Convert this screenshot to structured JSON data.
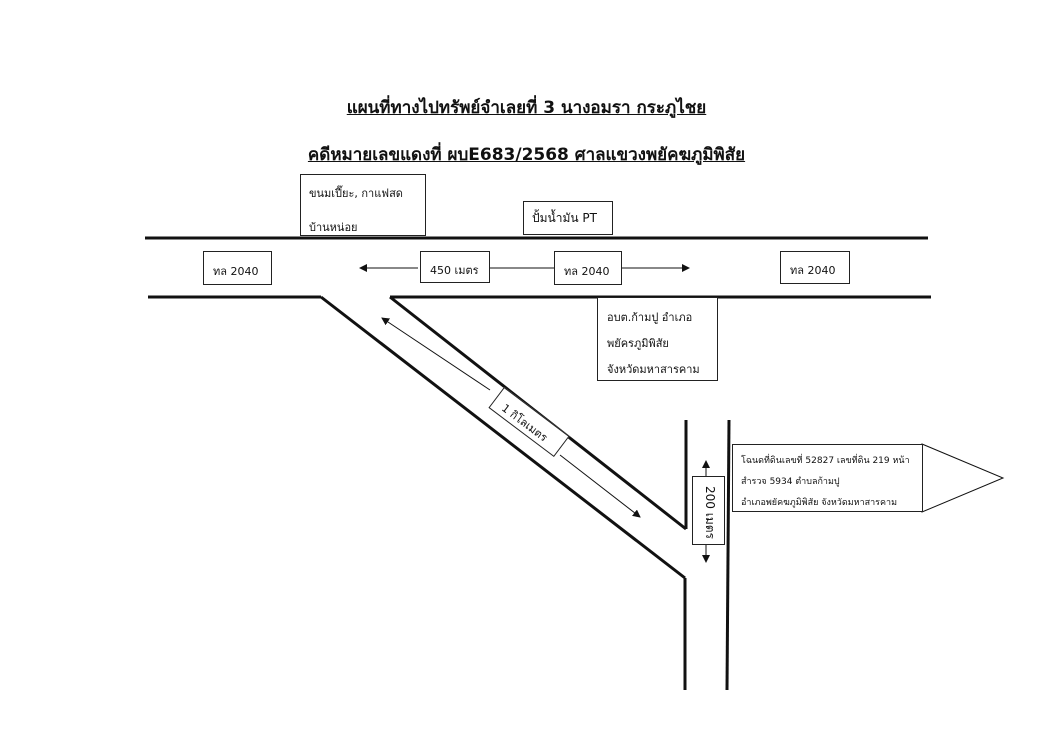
{
  "title_line1": "แผนที่ทางไปทรัพย์จำเลยที่ 3 นางอมรา กระภูไชย",
  "title_line2": "คดีหมายเลขแดงที่ ผบE683/2568  ศาลแขวงพยัคฆภูมิพิสัย",
  "landmark_shop": {
    "line1": "ขนมเปี๊ยะ, กาแฟสด",
    "line2": "บ้านหน่อย"
  },
  "landmark_gas": "ปั้มน้ำมัน PT",
  "road_labels": [
    "ทล 2040",
    "ทล 2040",
    "ทล 2040"
  ],
  "distance_450": "450 เมตร",
  "distance_1km": "1 กิโลเมตร",
  "distance_200": "200 เมตร",
  "office": {
    "line1": "อบต.ก้ามปู อำเภอ",
    "line2": "พยัครภูมิพิสัย",
    "line3": "จังหวัดมหาสารคาม"
  },
  "land_deed": {
    "line1": "โฉนดที่ดินเลขที่ 52827 เลขที่ดิน 219 หน้า",
    "line2": "สำรวจ 5934 ตำบลก้ามปู",
    "line3": "อำเภอพยัคฆภูมิพิสัย  จังหวัดมหาสารคาม"
  }
}
